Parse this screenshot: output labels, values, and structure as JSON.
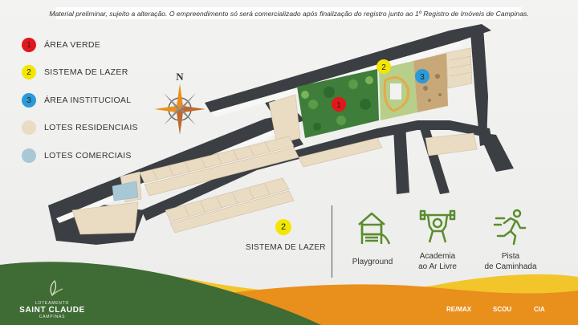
{
  "disclaimer": "Material preliminar, sujeito a alteração. O empreendimento só será comercializado após finalização do registro junto ao 1º Registro de Imóveis de Campinas.",
  "legend": [
    {
      "number": "1",
      "label": "ÁREA VERDE",
      "color": "#e3161b"
    },
    {
      "number": "2",
      "label": "SISTEMA DE LAZER",
      "color": "#f3e600"
    },
    {
      "number": "3",
      "label": "ÁREA INSTITUCIOAL",
      "color": "#2a9bd8"
    },
    {
      "number": "",
      "label": "LOTES RESIDENCIAIS",
      "color": "#e9dcc2"
    },
    {
      "number": "",
      "label": "LOTES COMERCIAIS",
      "color": "#a9c8d6"
    }
  ],
  "compass": {
    "north_label": "N",
    "icon": "compass-rose-icon"
  },
  "map_markers": [
    {
      "number": "1",
      "color": "#e3161b"
    },
    {
      "number": "2",
      "color": "#f3e600"
    },
    {
      "number": "3",
      "color": "#2a9bd8"
    }
  ],
  "leisure_panel": {
    "number": "2",
    "title": "SISTEMA DE LAZER",
    "amenities": [
      {
        "label_lines": [
          "Playground"
        ],
        "icon": "playground-icon"
      },
      {
        "label_lines": [
          "Academia",
          "ao Ar Livre"
        ],
        "icon": "weightlifting-icon"
      },
      {
        "label_lines": [
          "Pista",
          "de Caminhada"
        ],
        "icon": "running-icon"
      }
    ]
  },
  "brand": {
    "line1": "LOTEAMENTO",
    "line2": "SAINT CLAUDE",
    "line3": "CAMPINAS"
  },
  "partners": [
    "RE/MAX",
    "SCOU",
    "CIA"
  ],
  "colors": {
    "accent_green": "#5b8c2e",
    "footer_green": "#3f6b35",
    "footer_orange": "#e98f1c",
    "footer_yellow": "#f2c52b"
  }
}
